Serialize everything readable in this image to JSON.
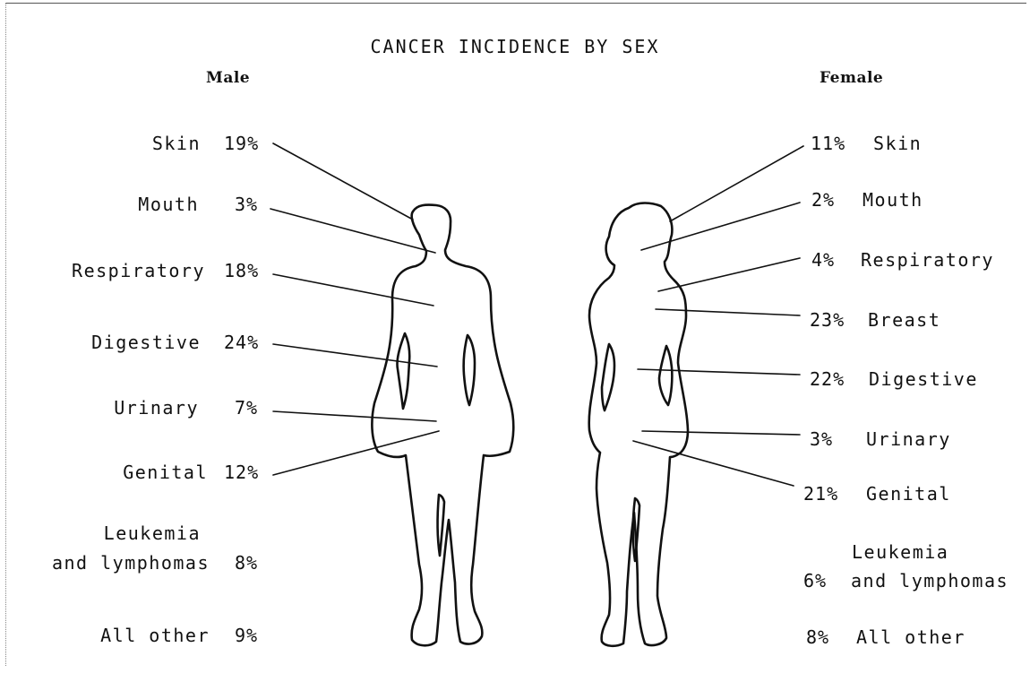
{
  "title": "CANCER INCIDENCE BY SEX",
  "male": {
    "heading": "Male",
    "items": [
      {
        "site": "Skin",
        "percent": "19%"
      },
      {
        "site": "Mouth",
        "percent": "3%"
      },
      {
        "site": "Respiratory",
        "percent": "18%"
      },
      {
        "site": "Digestive",
        "percent": "24%"
      },
      {
        "site": "Urinary",
        "percent": "7%"
      },
      {
        "site": "Genital",
        "percent": "12%"
      },
      {
        "site_line1": "Leukemia",
        "site_line2": "and lymphomas",
        "percent": "8%"
      },
      {
        "site": "All other",
        "percent": "9%"
      }
    ]
  },
  "female": {
    "heading": "Female",
    "items": [
      {
        "site": "Skin",
        "percent": "11%"
      },
      {
        "site": "Mouth",
        "percent": "2%"
      },
      {
        "site": "Respiratory",
        "percent": "4%"
      },
      {
        "site": "Breast",
        "percent": "23%"
      },
      {
        "site": "Digestive",
        "percent": "22%"
      },
      {
        "site": "Urinary",
        "percent": "3%"
      },
      {
        "site": "Genital",
        "percent": "21%"
      },
      {
        "site_line1": "Leukemia",
        "site_line2": "and lymphomas",
        "percent": "6%"
      },
      {
        "site": "All other",
        "percent": "8%"
      }
    ]
  }
}
